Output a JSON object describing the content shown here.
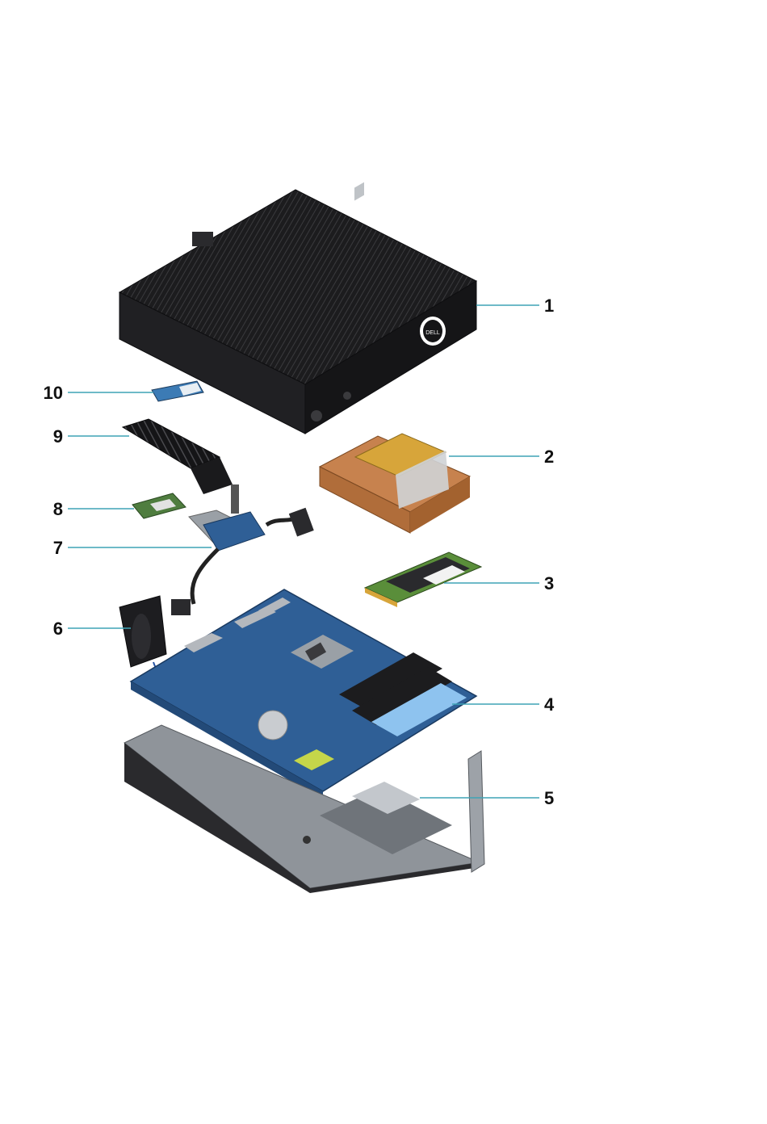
{
  "diagram": {
    "leader_color": "#3fa3b6",
    "callouts": [
      {
        "id": "1",
        "label": "1"
      },
      {
        "id": "2",
        "label": "2"
      },
      {
        "id": "3",
        "label": "3"
      },
      {
        "id": "4",
        "label": "4"
      },
      {
        "id": "5",
        "label": "5"
      },
      {
        "id": "6",
        "label": "6"
      },
      {
        "id": "7",
        "label": "7"
      },
      {
        "id": "8",
        "label": "8"
      },
      {
        "id": "9",
        "label": "9"
      },
      {
        "id": "10",
        "label": "10"
      }
    ],
    "enclosure_logo": "DELL",
    "colors": {
      "chassis": "#1c1c1e",
      "board": "#2f5f96",
      "copper": "#c7824e",
      "gold": "#d7a53a",
      "pcb_green": "#4f7d3f",
      "metal": "#8f949a"
    }
  }
}
